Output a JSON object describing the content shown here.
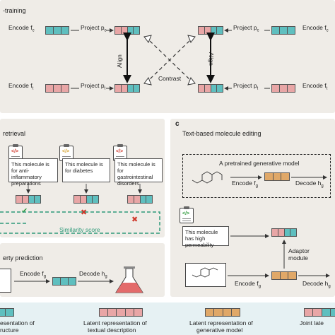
{
  "colors": {
    "structure": "#5fbfbf",
    "text": "#e8a6a6",
    "generative": "#e0a868",
    "panel": "#efece7",
    "dashed": "#2f9a7a"
  },
  "panel_a": {
    "title": "-training",
    "encode_fc": "Encode f",
    "encode_fc_sub": "c",
    "project_pc_left": "Project p",
    "project_pc_left_sub": "c",
    "project_pc_right": "Project p",
    "project_pc_right_sub": "c",
    "encode_fc_right": "Encode f",
    "encode_fc_right_sub": "c",
    "encode_ft": "Encode f",
    "encode_ft_sub": "t",
    "project_pt_left": "Project p",
    "project_pt_left_sub": "t",
    "project_pt_right": "Project p",
    "project_pt_right_sub": "t",
    "encode_ft_right": "Encode f",
    "encode_ft_right_sub": "t",
    "align_left": "Align",
    "align_right": "Align",
    "contrast": "Contrast"
  },
  "panel_b": {
    "title": "retrieval",
    "cards": [
      "This molecule is for anti-inflammatory preparations",
      "This molecule is for diabetes",
      "This molecule is for gastrointestinal disorders"
    ],
    "similarity": "Similarity score",
    "check": "✔",
    "cross": "✖"
  },
  "panel_c": {
    "letter": "c",
    "title": "Text-based molecule editing",
    "pretrained": "A pretrained generative model",
    "encode_fg_top": "Encode f",
    "encode_fg_top_sub": "g",
    "decode_hg_top": "Decode h",
    "decode_hg_top_sub": "g",
    "card": "This molecule has high permeability",
    "adaptor": "Adaptor module",
    "encode_fg_bottom": "Encode f",
    "encode_fg_bottom_sub": "g",
    "decode_hg_bottom": "Decode h",
    "decode_hg_bottom_sub": "g"
  },
  "panel_d": {
    "title": "erty prediction",
    "encode_fg": "Encode f",
    "encode_fg_sub": "g",
    "decode_hg": "Decode h",
    "decode_hg_sub": "g"
  },
  "legend": [
    {
      "label": "esentation of",
      "label2": "ructure",
      "color": "#5fbfbf"
    },
    {
      "label": "Latent representation of",
      "label2": "textual description",
      "color": "#e8a6a6"
    },
    {
      "label": "Latent representation of",
      "label2": "generative model",
      "color": "#e0a868"
    },
    {
      "label": "Joint late",
      "label2": "",
      "color": "#e8a6a6"
    }
  ]
}
